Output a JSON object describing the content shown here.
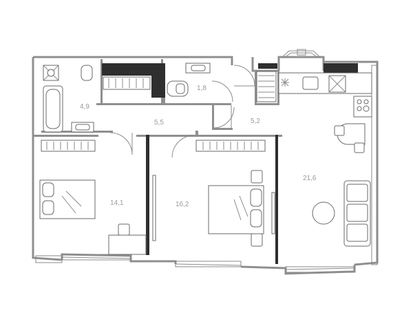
{
  "rooms": {
    "bathroom": "4,9",
    "wc": "1,8",
    "hall": "5,5",
    "corridor": "5,2",
    "bedroom_left": "14,1",
    "bedroom_right": "16,2",
    "kitchen_living": "21,6"
  },
  "colors": {
    "wall": "#8f8f8f",
    "wall_dark": "#2f2f2f",
    "label": "#9a9a9a"
  }
}
